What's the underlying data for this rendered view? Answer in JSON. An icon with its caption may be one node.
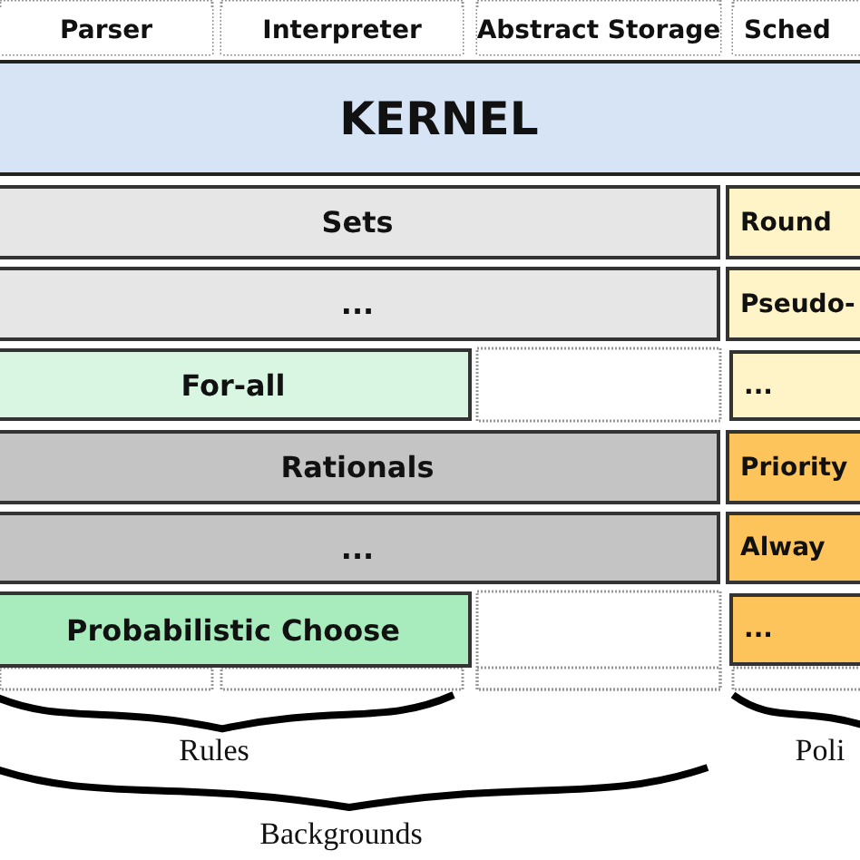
{
  "diagram": {
    "nodes": [
      {
        "text": [
          "Parser"
        ]
      },
      {
        "text": [
          "Interpreter"
        ]
      },
      {
        "text": [
          "Abstract Storage"
        ]
      },
      {
        "text": [
          "Sched"
        ]
      },
      {
        "text": [
          "KERNEL"
        ]
      },
      {
        "text": [
          "Sets"
        ]
      },
      {
        "text": [
          "Round"
        ]
      },
      {
        "text": [
          "..."
        ]
      },
      {
        "text": [
          "Pseudo-"
        ]
      },
      {
        "text": [
          "For-all"
        ]
      },
      {
        "text": [
          "..."
        ]
      },
      {
        "text": [
          "Rationals"
        ]
      },
      {
        "text": [
          "Priority"
        ]
      },
      {
        "text": [
          "..."
        ]
      },
      {
        "text": [
          "Alway"
        ]
      },
      {
        "text": [
          "Probabilistic Choose"
        ]
      },
      {
        "text": [
          "..."
        ]
      }
    ],
    "labels": [
      "Rules",
      "Poli",
      "Backgrounds"
    ]
  }
}
